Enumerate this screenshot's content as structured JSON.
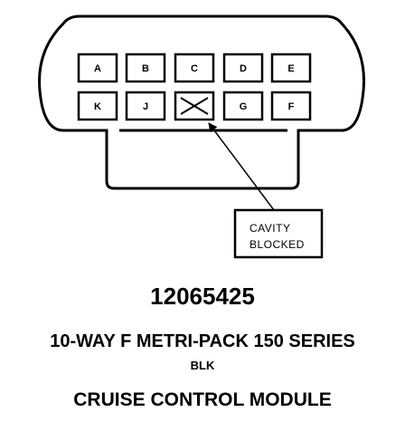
{
  "connector": {
    "row1": [
      {
        "label": "A",
        "blocked": false
      },
      {
        "label": "B",
        "blocked": false
      },
      {
        "label": "C",
        "blocked": false
      },
      {
        "label": "D",
        "blocked": false
      },
      {
        "label": "E",
        "blocked": false
      }
    ],
    "row2": [
      {
        "label": "K",
        "blocked": false
      },
      {
        "label": "J",
        "blocked": false
      },
      {
        "label": "",
        "blocked": true
      },
      {
        "label": "G",
        "blocked": false
      },
      {
        "label": "F",
        "blocked": false
      }
    ]
  },
  "callout": {
    "line1": "CAVITY",
    "line2": "BLOCKED"
  },
  "part_number": "12065425",
  "connector_type": "10-WAY F METRI-PACK 150 SERIES",
  "connector_color": "BLK",
  "component_name": "CRUISE CONTROL MODULE",
  "colors": {
    "ink": "#000000",
    "background": "#ffffff"
  }
}
